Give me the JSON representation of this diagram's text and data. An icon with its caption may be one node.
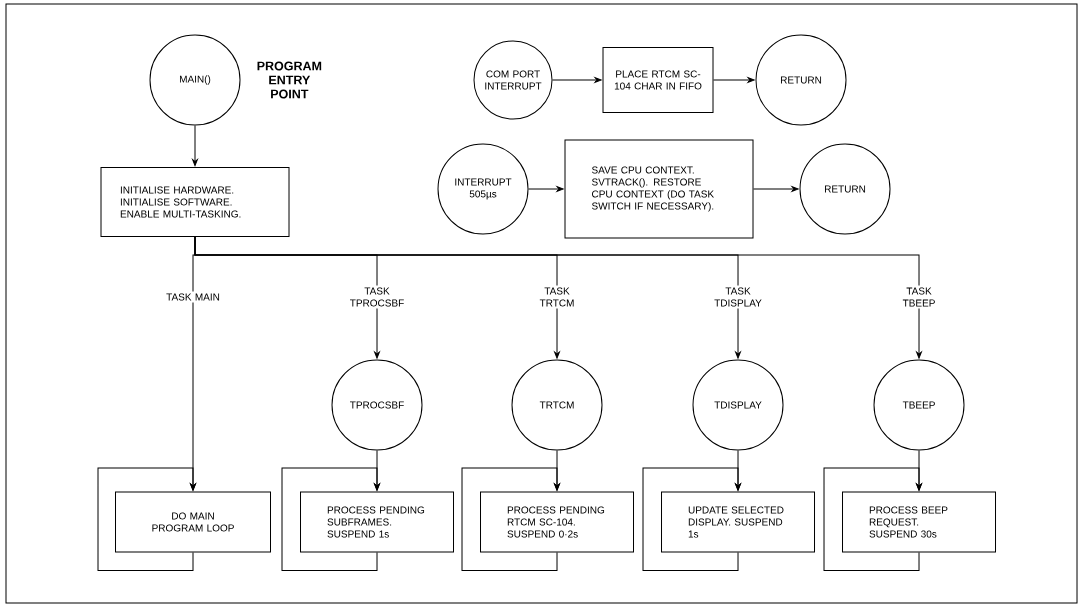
{
  "diagram": {
    "nodes": [
      {
        "text": [
          "MAIN()"
        ],
        "beside": [
          "PROGRAM ENTRY POINT"
        ]
      },
      {
        "text": [
          "INITIALISE HARDWARE. INITIALISE SOFTWARE. ENABLE MULTI-TASKING."
        ]
      },
      {
        "text": [
          "COM PORT INTERRUPT"
        ]
      },
      {
        "text": [
          "PLACE RTCM SC-104 CHAR IN FIFO"
        ]
      },
      {
        "text": [
          "RETURN"
        ]
      },
      {
        "text": [
          "INTERRUPT 505µs"
        ]
      },
      {
        "text": [
          "SAVE CPU CONTEXT. SVTRACK(). RESTORE CPU CONTEXT (DO TASK SWITCH IF NECESSARY)."
        ]
      },
      {
        "text": [
          "RETURN"
        ]
      },
      {
        "text": [
          "TPROCSBF"
        ]
      },
      {
        "text": [
          "TRTCM"
        ]
      },
      {
        "text": [
          "TDISPLAY"
        ]
      },
      {
        "text": [
          "TBEEP"
        ]
      },
      {
        "text": [
          "DO MAIN PROGRAM LOOP"
        ]
      },
      {
        "text": [
          "PROCESS PENDING SUBFRAMES. SUSPEND 1s"
        ]
      },
      {
        "text": [
          "PROCESS PENDING RTCM SC-104. SUSPEND 0·2s"
        ]
      },
      {
        "text": [
          "UPDATE SELECTED DISPLAY. SUSPEND 1s"
        ]
      },
      {
        "text": [
          "PROCESS BEEP REQUEST. SUSPEND 30s"
        ]
      }
    ],
    "edges": [
      {
        "from": 0,
        "to": 1,
        "arrow": "to"
      },
      {
        "from": 2,
        "to": 3,
        "arrow": "to"
      },
      {
        "from": 3,
        "to": 4,
        "arrow": "to"
      },
      {
        "from": 5,
        "to": 6,
        "arrow": "to"
      },
      {
        "from": 6,
        "to": 7,
        "arrow": "to"
      },
      {
        "from": 1,
        "to": 12,
        "arrow": "to",
        "label": "TASK MAIN"
      },
      {
        "from": 1,
        "to": 8,
        "arrow": "to",
        "label": "TASK TPROCSBF"
      },
      {
        "from": 1,
        "to": 9,
        "arrow": "to",
        "label": "TASK TRTCM"
      },
      {
        "from": 1,
        "to": 10,
        "arrow": "to",
        "label": "TASK TDISPLAY"
      },
      {
        "from": 1,
        "to": 11,
        "arrow": "to",
        "label": "TASK TBEEP"
      },
      {
        "from": 8,
        "to": 13,
        "arrow": "to"
      },
      {
        "from": 9,
        "to": 14,
        "arrow": "to"
      },
      {
        "from": 10,
        "to": 15,
        "arrow": "to"
      },
      {
        "from": 11,
        "to": 16,
        "arrow": "to"
      },
      {
        "from": 12,
        "to": 12,
        "arrow": "to"
      },
      {
        "from": 13,
        "to": 13,
        "arrow": "to"
      },
      {
        "from": 14,
        "to": 14,
        "arrow": "to"
      },
      {
        "from": 15,
        "to": 15,
        "arrow": "to"
      },
      {
        "from": 16,
        "to": 16,
        "arrow": "to"
      }
    ]
  }
}
